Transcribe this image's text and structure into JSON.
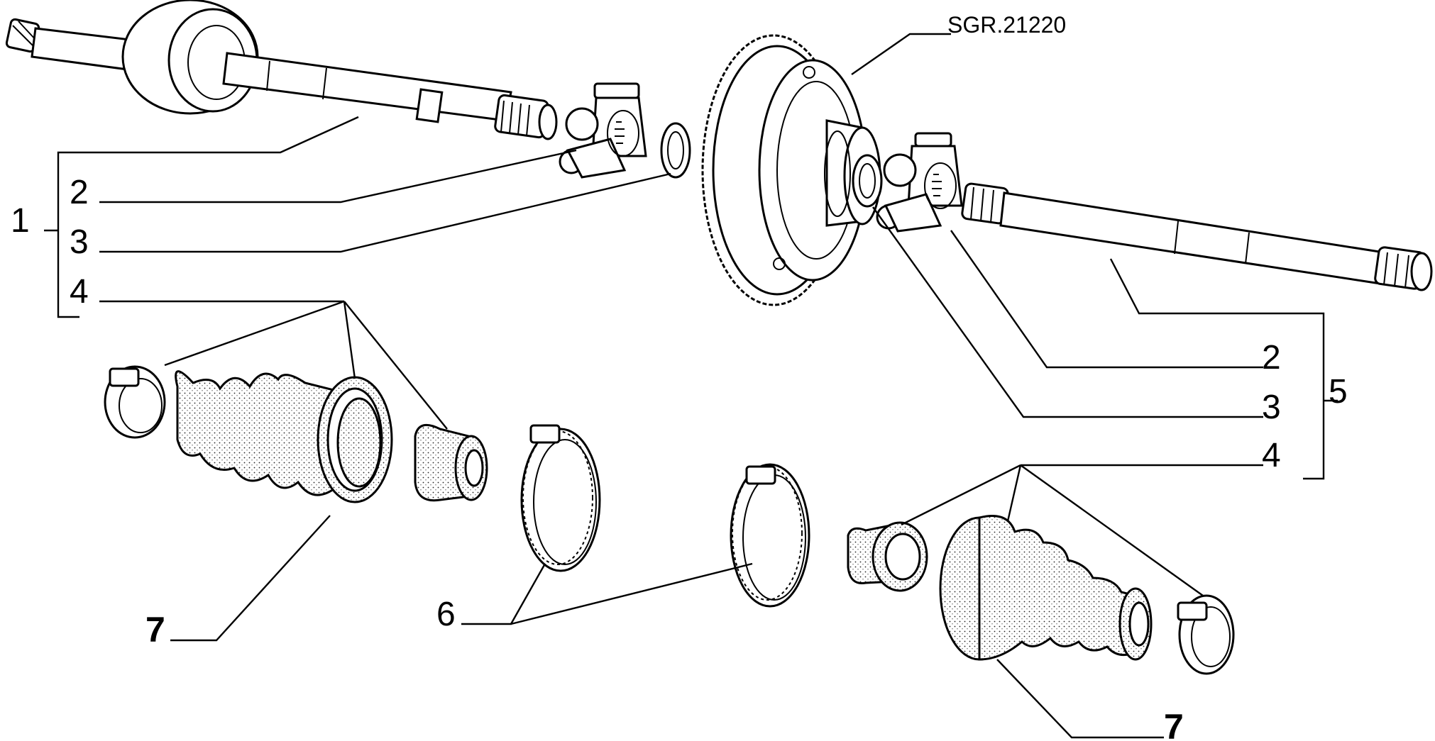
{
  "drawing_ref": "SGR.21220",
  "callouts": {
    "c1": "1",
    "c2_left": "2",
    "c3_left": "3",
    "c4_left": "4",
    "c2_right": "2",
    "c3_right": "3",
    "c4_right": "4",
    "c5": "5",
    "c6": "6",
    "c7_left": "7",
    "c7_right": "7"
  }
}
